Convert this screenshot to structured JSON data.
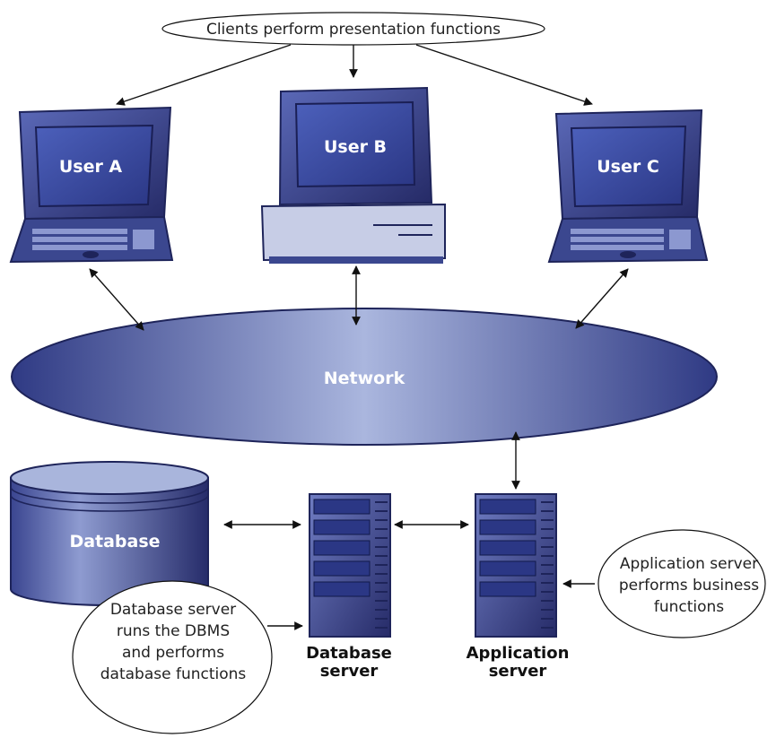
{
  "top_callout": {
    "text": "Clients perform presentation functions"
  },
  "clients": [
    {
      "label": "User A"
    },
    {
      "label": "User B"
    },
    {
      "label": "User C"
    }
  ],
  "network": {
    "label": "Network"
  },
  "database": {
    "label": "Database"
  },
  "db_server": {
    "label_line1": "Database",
    "label_line2": "server"
  },
  "app_server": {
    "label_line1": "Application",
    "label_line2": "server"
  },
  "app_callout": {
    "lines": [
      "Application server",
      "performs business",
      "functions"
    ]
  },
  "db_callout": {
    "lines": [
      "Database server",
      "runs the DBMS",
      "and performs",
      "database functions"
    ]
  },
  "colors": {
    "device_dark": "#2a2f6e",
    "device_mid": "#3d4a9a",
    "screen": "#3b4fa8",
    "network_light": "#a9b5dc"
  }
}
